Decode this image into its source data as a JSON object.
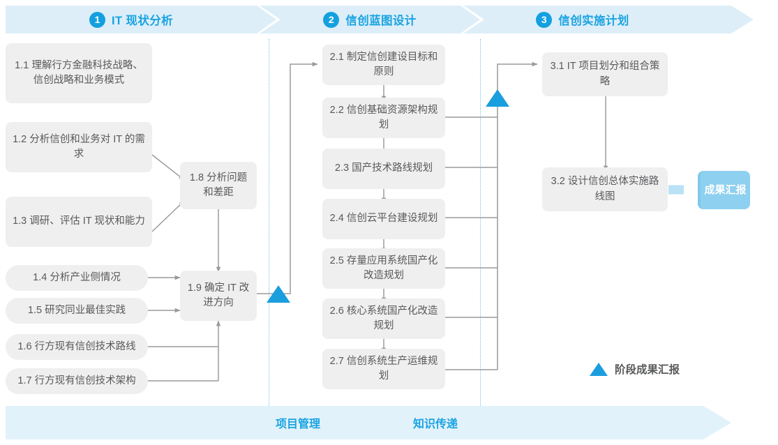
{
  "header": {
    "phases": [
      {
        "num": "1",
        "label": "IT 现状分析"
      },
      {
        "num": "2",
        "label": "信创蓝图设计"
      },
      {
        "num": "3",
        "label": "信创实施计划"
      }
    ]
  },
  "phase1_nodes": [
    {
      "id": "1.1",
      "text": "1.1 理解行方金融科技战略、信创战略和业务模式"
    },
    {
      "id": "1.2",
      "text": "1.2 分析信创和业务对 IT 的需求"
    },
    {
      "id": "1.3",
      "text": "1.3 调研、评估 IT 现状和能力"
    },
    {
      "id": "1.4",
      "text": "1.4 分析产业侧情况"
    },
    {
      "id": "1.5",
      "text": "1.5 研究同业最佳实践"
    },
    {
      "id": "1.6",
      "text": "1.6 行方现有信创技术路线"
    },
    {
      "id": "1.7",
      "text": "1.7 行方现有信创技术架构"
    },
    {
      "id": "1.8",
      "text": "1.8 分析问题和差距"
    },
    {
      "id": "1.9",
      "text": "1.9 确定 IT 改进方向"
    }
  ],
  "phase2_nodes": [
    {
      "id": "2.1",
      "text": "2.1 制定信创建设目标和原则"
    },
    {
      "id": "2.2",
      "text": "2.2 信创基础资源架构规划"
    },
    {
      "id": "2.3",
      "text": "2.3 国产技术路线规划"
    },
    {
      "id": "2.4",
      "text": "2.4 信创云平台建设规划"
    },
    {
      "id": "2.5",
      "text": "2.5 存量应用系统国产化改造规划"
    },
    {
      "id": "2.6",
      "text": "2.6 核心系统国产化改造规划"
    },
    {
      "id": "2.7",
      "text": "2.7 信创系统生产运维规划"
    }
  ],
  "phase3_nodes": [
    {
      "id": "3.1",
      "text": "3.1 IT 项目划分和组合策略"
    },
    {
      "id": "3.2",
      "text": "3.2 设计信创总体实施路线图"
    }
  ],
  "result_badge": {
    "text": "成果汇报"
  },
  "legend": {
    "text": "阶段成果汇报",
    "marker": "milestone-triangle"
  },
  "bottom_band": {
    "labels": [
      {
        "text": "项目管理"
      },
      {
        "text": "知识传递"
      }
    ]
  },
  "colors": {
    "band": "#ddeef8",
    "accent_blue": "#1aa3e2",
    "node_fill": "#efefef",
    "node_text": "#58595b",
    "badge_fill": "#8ed0ef",
    "connector": "#9a9a9a",
    "divider": "#6fc4e8",
    "bottom_band": "#e2f2fb"
  }
}
